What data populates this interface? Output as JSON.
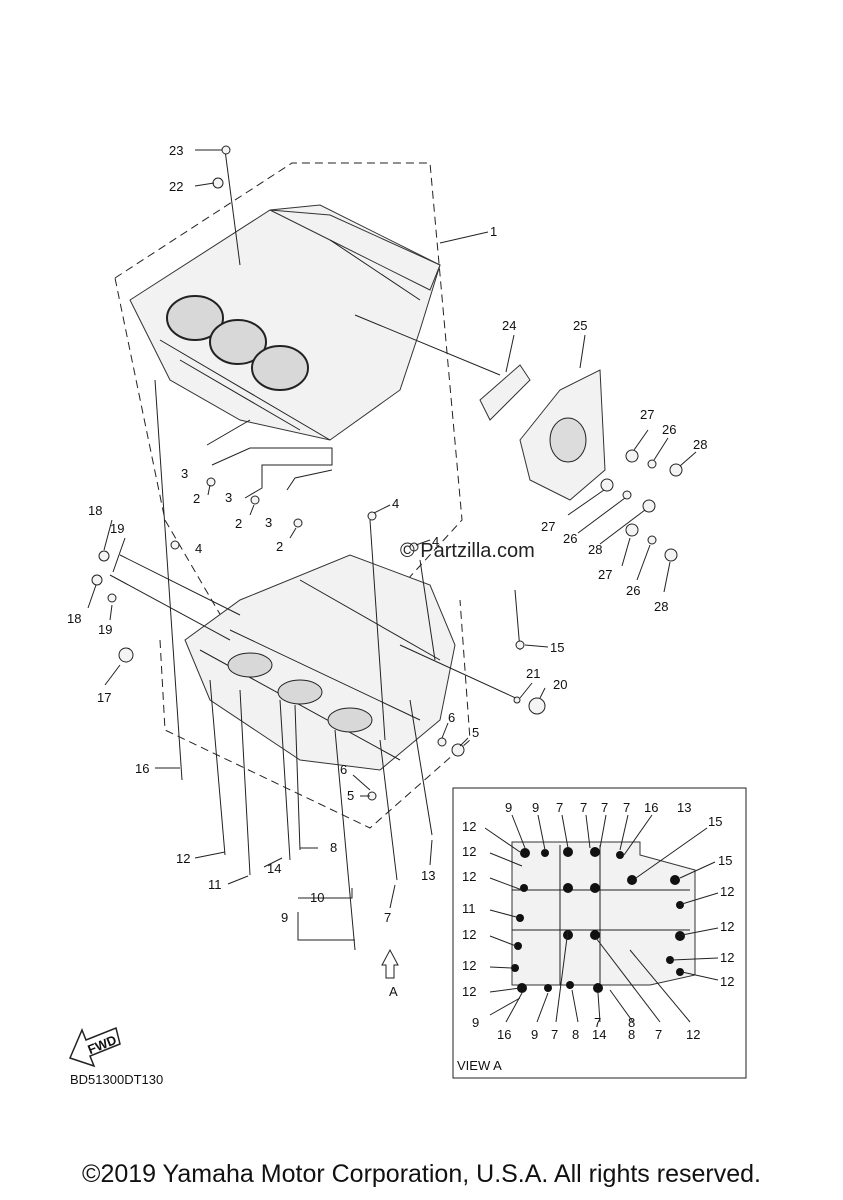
{
  "copyright": "©2019 Yamaha Motor Corporation, U.S.A. All rights reserved.",
  "diagram_code": "BD51300DT130",
  "watermark": "© Partzilla.com",
  "view_label": "VIEW A",
  "arrow_label": "A",
  "fwd_label": "FWD",
  "callouts": {
    "c1": "1",
    "c2a": "2",
    "c2b": "2",
    "c2c": "2",
    "c3a": "3",
    "c3b": "3",
    "c3c": "3",
    "c4a": "4",
    "c4b": "4",
    "c4c": "4",
    "c5a": "5",
    "c5b": "5",
    "c6a": "6",
    "c6b": "6",
    "c7": "7",
    "c8": "8",
    "c9": "9",
    "c10": "10",
    "c11": "11",
    "c12": "12",
    "c13": "13",
    "c14": "14",
    "c15": "15",
    "c16": "16",
    "c17": "17",
    "c18a": "18",
    "c18b": "18",
    "c19a": "19",
    "c19b": "19",
    "c20": "20",
    "c21": "21",
    "c22": "22",
    "c23": "23",
    "c24": "24",
    "c25": "25",
    "c26a": "26",
    "c26b": "26",
    "c26c": "26",
    "c27a": "27",
    "c27b": "27",
    "c27c": "27",
    "c28a": "28",
    "c28b": "28",
    "c28c": "28"
  },
  "view": {
    "top": [
      "9",
      "9",
      "7",
      "7",
      "7",
      "7",
      "16",
      "13",
      "15"
    ],
    "left": [
      "12",
      "12",
      "12",
      "11",
      "12",
      "12",
      "12",
      "9"
    ],
    "right": [
      "15",
      "12",
      "12",
      "12",
      "12"
    ],
    "bottom": [
      "16",
      "9",
      "7",
      "8",
      "7",
      "8",
      "14",
      "8",
      "7",
      "12"
    ]
  }
}
